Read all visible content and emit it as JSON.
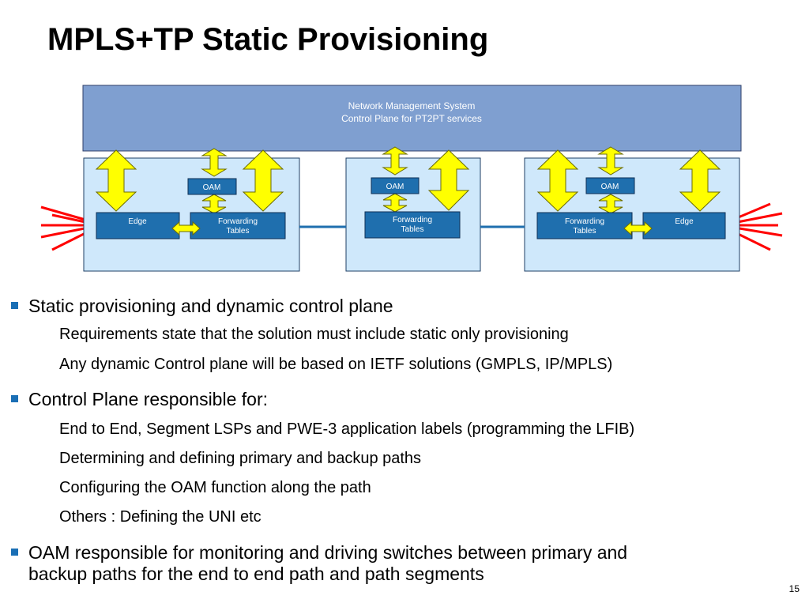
{
  "slide": {
    "title": "MPLS+TP Static Provisioning",
    "number": "15"
  },
  "diagram": {
    "nms": {
      "line1": "Network Management System",
      "line2": "Control Plane for PT2PT services"
    },
    "left_node": {
      "oam": "OAM",
      "edge": "Edge",
      "fwd_line1": "Forwarding",
      "fwd_line2": "Tables"
    },
    "middle_node": {
      "oam": "OAM",
      "fwd_line1": "Forwarding",
      "fwd_line2": "Tables"
    },
    "right_node": {
      "oam": "OAM",
      "edge": "Edge",
      "fwd_line1": "Forwarding",
      "fwd_line2": "Tables"
    }
  },
  "bullets": [
    {
      "text": "Static provisioning and dynamic control plane",
      "subs": [
        "Requirements state that the solution must include static only provisioning",
        "Any dynamic Control plane will be based on IETF solutions (GMPLS, IP/MPLS)"
      ]
    },
    {
      "text": "Control Plane responsible for:",
      "subs": [
        "End to End, Segment LSPs and PWE-3 application labels (programming the LFIB)",
        "Determining and defining primary and backup paths",
        "Configuring the OAM function along the path",
        "Others : Defining the UNI etc"
      ]
    },
    {
      "text_line1": "OAM responsible for monitoring and driving switches between primary and",
      "text_line2": "backup paths for the end to end path and path segments"
    }
  ]
}
